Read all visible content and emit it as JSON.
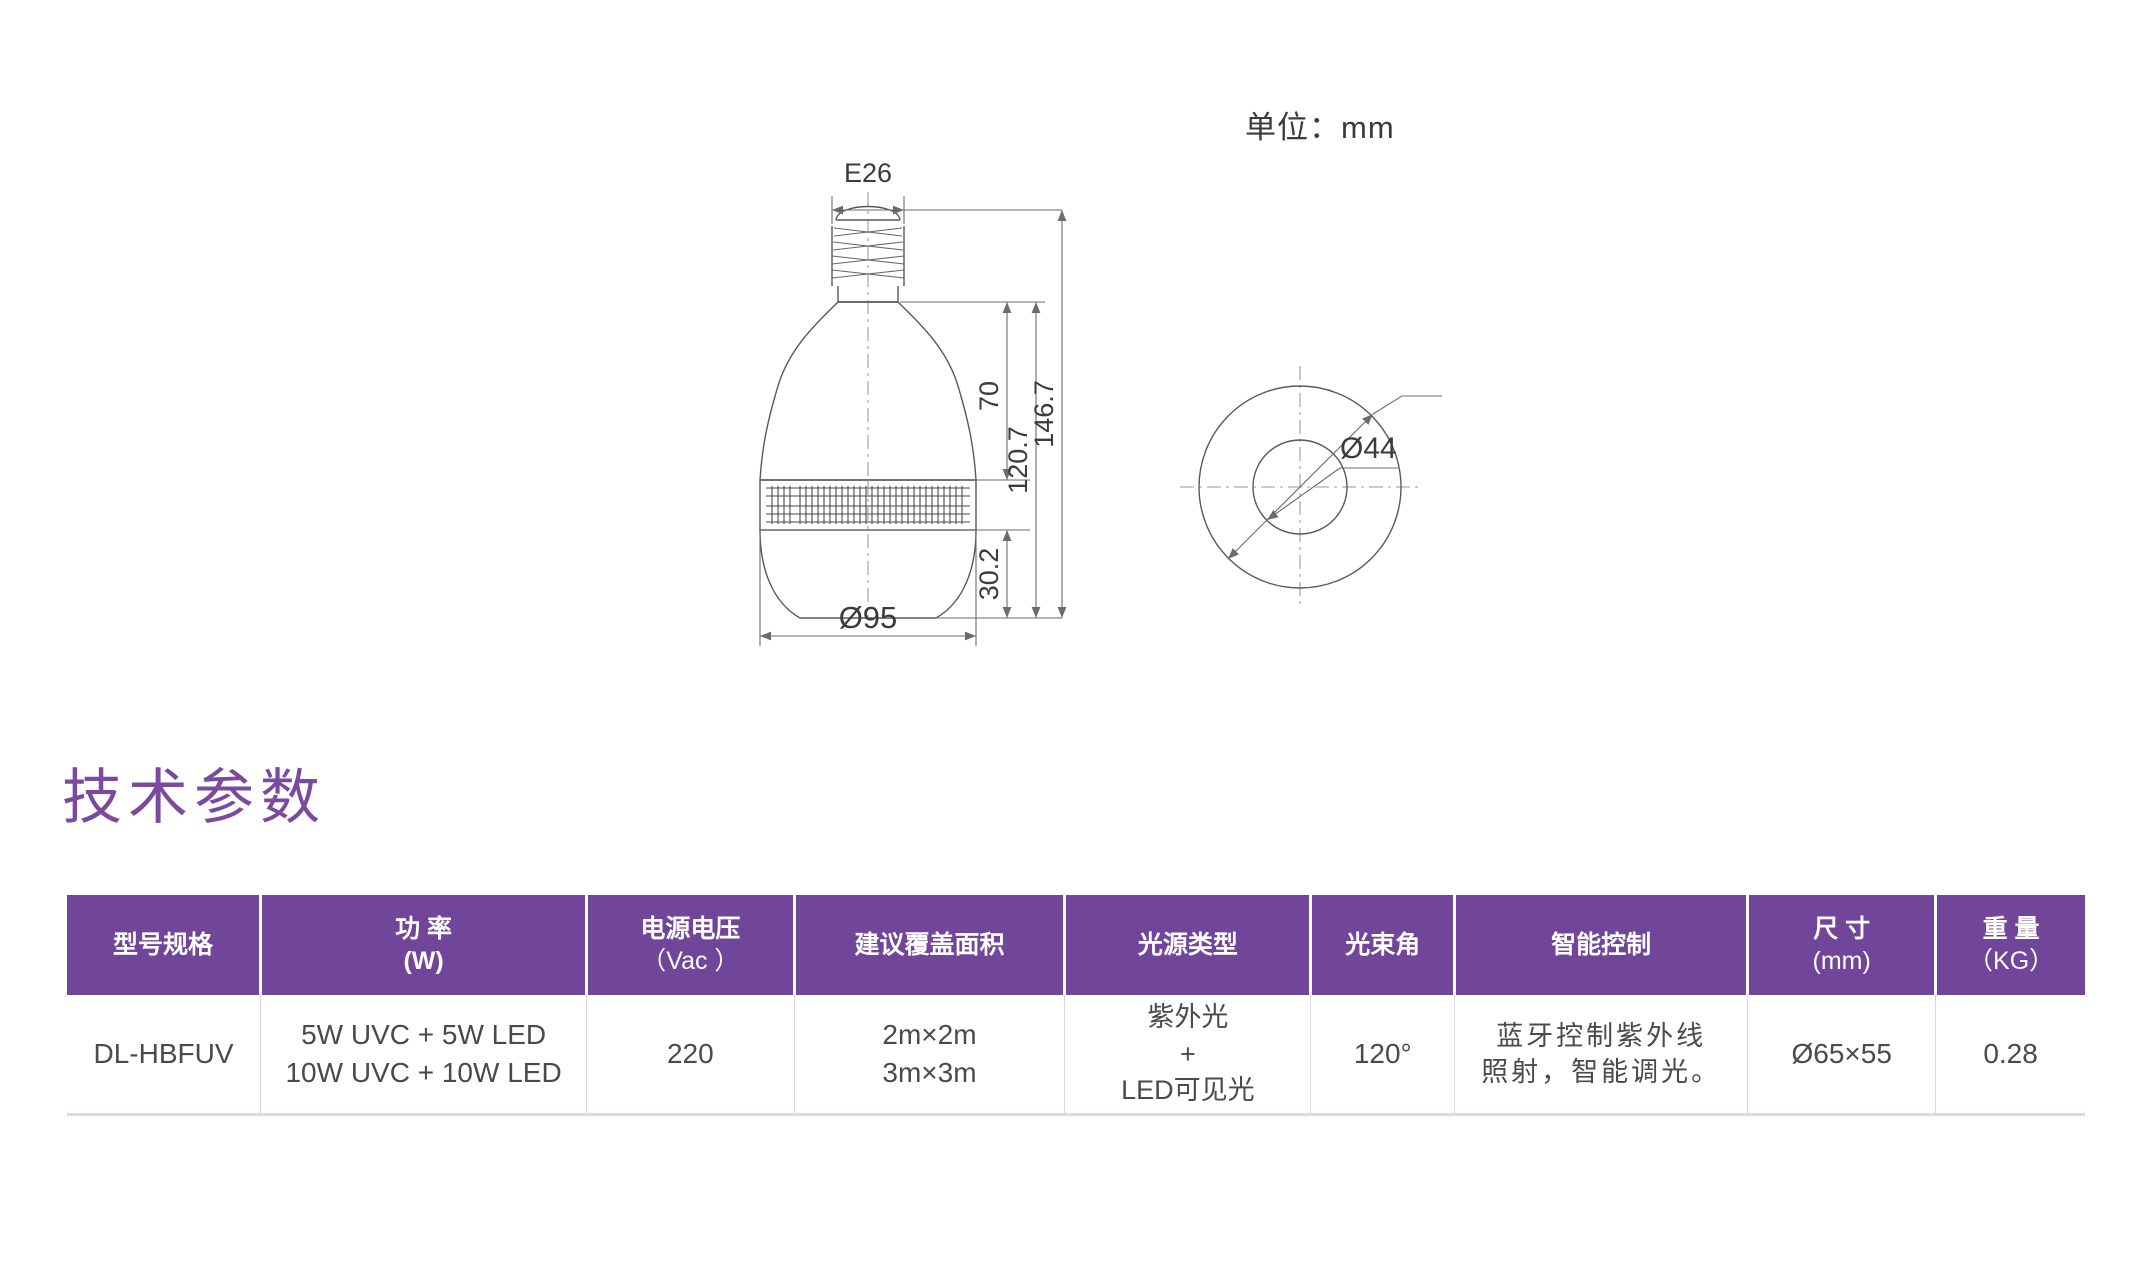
{
  "unit_note": "单位：mm",
  "drawing": {
    "socket_label": "E26",
    "dim_total_height": "146.7",
    "dim_body_height": "120.7",
    "dim_upper_height": "70",
    "dim_grille_height": "30.2",
    "dim_bottom_diameter": "Ø95",
    "dim_inner_diameter": "Ø44"
  },
  "section": {
    "title": "技术参数"
  },
  "table": {
    "headers": [
      {
        "main": "型号规格",
        "sub": ""
      },
      {
        "main": "功 率",
        "sub": "(W)"
      },
      {
        "main": "电源电压",
        "sub": "（Vac ）"
      },
      {
        "main": "建议覆盖面积",
        "sub": ""
      },
      {
        "main": "光源类型",
        "sub": ""
      },
      {
        "main": "光束角",
        "sub": ""
      },
      {
        "main": "智能控制",
        "sub": ""
      },
      {
        "main": "尺 寸",
        "sub": "(mm)"
      },
      {
        "main": "重 量",
        "sub": "（KG）"
      }
    ],
    "rows": [
      {
        "model": "DL-HBFUV",
        "power_line1": "5W UVC + 5W LED",
        "power_line2": "10W UVC + 10W LED",
        "voltage": "220",
        "coverage_line1": "2m×2m",
        "coverage_line2": "3m×3m",
        "source_line1": "紫外光",
        "source_line2": "+",
        "source_line3": "LED可见光",
        "beam_angle": "120°",
        "control_line1": "蓝牙控制紫外线",
        "control_line2": "照射，智能调光。",
        "size": "Ø65×55",
        "weight": "0.28"
      }
    ]
  },
  "colors": {
    "header_purple": "#70459A",
    "title_purple": "#7A4A9E",
    "row_bottom_border": "#E2D4EE",
    "drawing_line": "#555555"
  }
}
